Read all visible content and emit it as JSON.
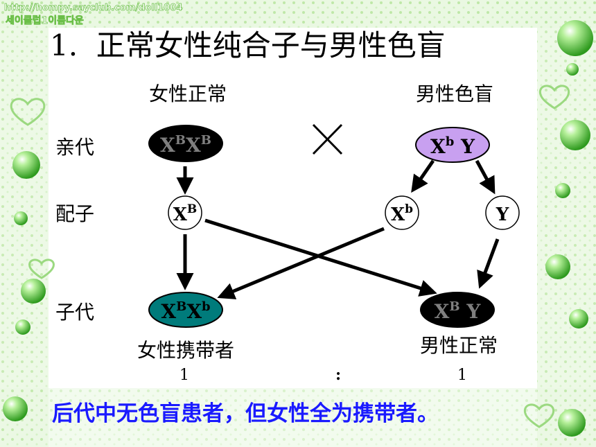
{
  "header": {
    "watermark_url": "http://hompy.sayclub.com/doll1004",
    "watermark_sub": "세이클럽1이름다운"
  },
  "title": "1.  正常女性纯合子与男性色盲",
  "labels": {
    "female_normal": "女性正常",
    "male_colorblind": "男性色盲",
    "row_parent": "亲代",
    "row_gamete": "配子",
    "row_offspring": "子代",
    "cross": "×",
    "child_female": "女性携带者",
    "child_male": "男性正常",
    "ratio_left": "1",
    "ratio_sep": ":",
    "ratio_right": "1"
  },
  "genotypes": {
    "mother": {
      "a": "X",
      "a_sup": "B",
      "b": "X",
      "b_sup": "B",
      "fill": "#000000",
      "text": "#7f7f7f"
    },
    "father": {
      "a": "X",
      "a_sup": "b",
      "b": "Y",
      "b_sup": "",
      "fill": "#c8a0f0",
      "text": "#000000"
    },
    "gamete_XB": {
      "a": "X",
      "a_sup": "B"
    },
    "gamete_Xb": {
      "a": "X",
      "a_sup": "b"
    },
    "gamete_Y": {
      "a": "Y",
      "a_sup": ""
    },
    "daughter": {
      "a": "X",
      "a_sup": "B",
      "b": "X",
      "b_sup": "b",
      "fill": "#007b7b",
      "text": "#000000"
    },
    "son": {
      "a": "X",
      "a_sup": "B",
      "b": "Y",
      "b_sup": "",
      "fill": "#000000",
      "text": "#7f7f7f"
    }
  },
  "conclusion": "后代中无色盲患者，但女性全为携带者。",
  "colors": {
    "conclusion": "#1a1aff",
    "frame_green": "#8ad46a",
    "bubble": "#5cc83a"
  }
}
